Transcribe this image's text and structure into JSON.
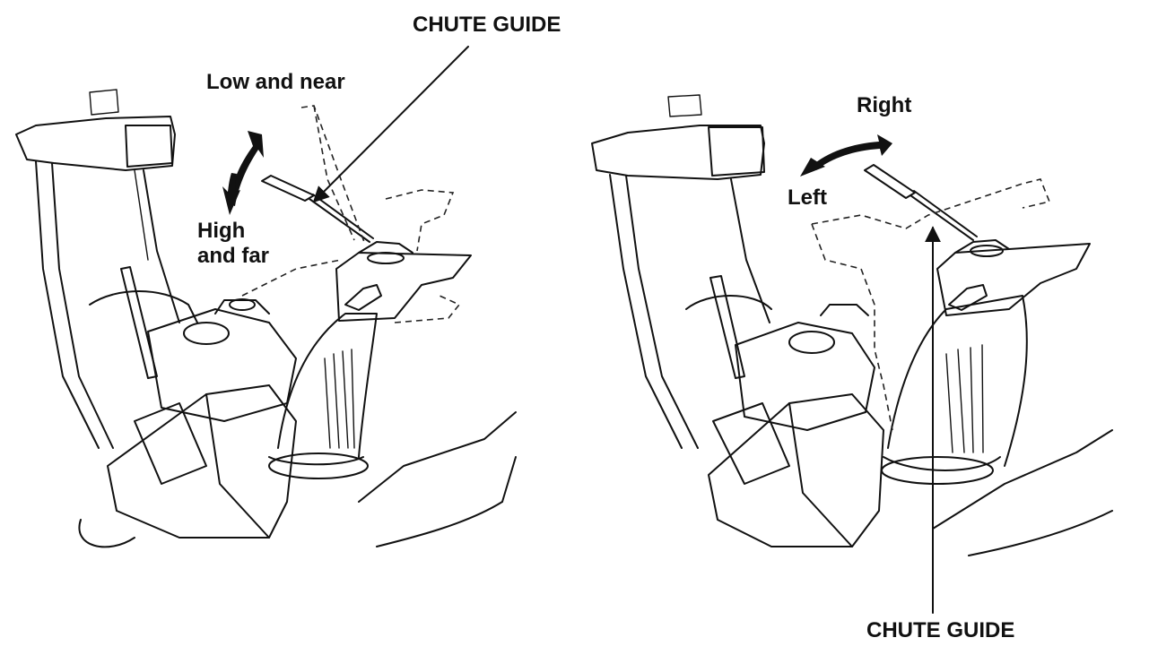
{
  "figures": [
    {
      "name": "left",
      "labels": {
        "callout": "CHUTE GUIDE",
        "upper_direction": "Low and near",
        "lower_direction_line1": "High",
        "lower_direction_line2": "and far"
      }
    },
    {
      "name": "right",
      "labels": {
        "callout": "CHUTE GUIDE",
        "right_direction": "Right",
        "left_direction": "Left"
      }
    }
  ],
  "icons": [
    "double-arrow-icon",
    "leader-arrow-icon"
  ]
}
